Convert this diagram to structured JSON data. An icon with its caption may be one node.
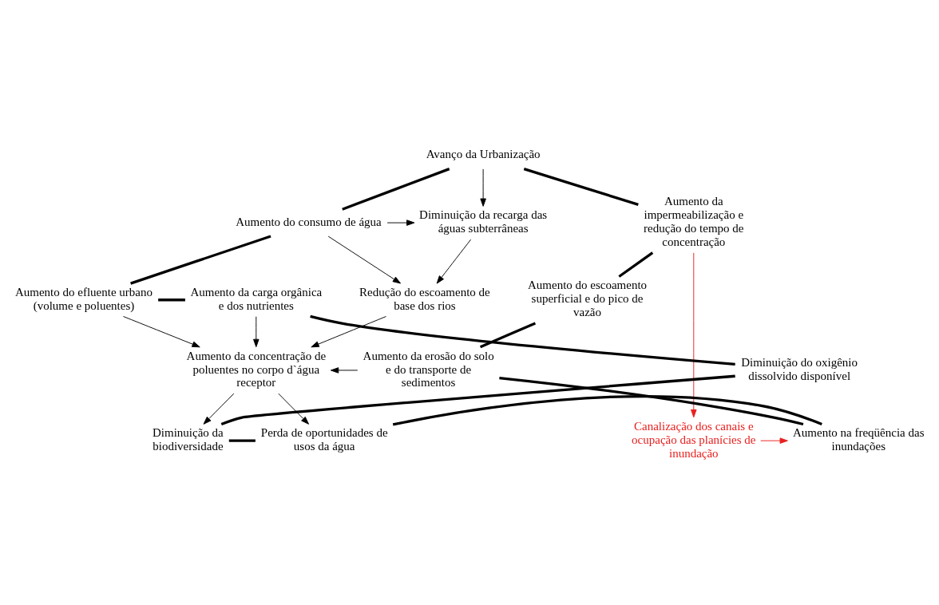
{
  "diagram": {
    "nodes": [
      {
        "text": [
          "Avanço da Urbanização"
        ]
      },
      {
        "text": [
          "Aumento do consumo de água"
        ]
      },
      {
        "text": [
          "Diminuição da recarga das águas subterrâneas"
        ]
      },
      {
        "text": [
          "Aumento da impermeabilização e redução do tempo de concentração"
        ]
      },
      {
        "text": [
          "Aumento do efluente urbano (volume e poluentes)"
        ]
      },
      {
        "text": [
          "Redução do escoamento de base dos rios"
        ]
      },
      {
        "text": [
          "Aumento do escoamento superficial e do pico de vazão"
        ]
      },
      {
        "text": [
          "Aumento da carga orgânica e dos nutrientes"
        ]
      },
      {
        "text": [
          "Diminuição do oxigênio dissolvido disponível"
        ]
      },
      {
        "text": [
          "Aumento da erosão do solo e do transporte de sedimentos"
        ]
      },
      {
        "text": [
          "Aumento da concentração de poluentes no corpo d`água receptor"
        ]
      },
      {
        "text": [
          "Diminuição da biodiversidade"
        ]
      },
      {
        "text": [
          "Aumento na freqüência das inundações"
        ]
      },
      {
        "text": [
          "Perda de oportunidades de usos da água"
        ]
      },
      {
        "text": [
          "Canalização dos canais e ocupação das planícies de inundação"
        ]
      }
    ],
    "edges": [
      {
        "from": 0,
        "to": 2,
        "arrow": "to"
      },
      {
        "from": 1,
        "to": 2,
        "arrow": "to"
      },
      {
        "from": 1,
        "to": 5,
        "arrow": "to"
      },
      {
        "from": 2,
        "to": 5,
        "arrow": "to"
      },
      {
        "from": 5,
        "to": 10,
        "arrow": "to"
      },
      {
        "from": 4,
        "to": 10,
        "arrow": "to"
      },
      {
        "from": 7,
        "to": 10,
        "arrow": "to"
      },
      {
        "from": 9,
        "to": 10,
        "arrow": "to"
      },
      {
        "from": 10,
        "to": 11,
        "arrow": "to"
      },
      {
        "from": 10,
        "to": 13,
        "arrow": "to"
      },
      {
        "from": 3,
        "to": 14,
        "arrow": "to",
        "color": "#e8201e"
      },
      {
        "from": 14,
        "to": 12,
        "arrow": "to",
        "color": "#e8201e"
      },
      {
        "from": 0,
        "to": 1,
        "arrow": "none",
        "style": "thick"
      },
      {
        "from": 1,
        "to": 4,
        "arrow": "none",
        "style": "thick"
      },
      {
        "from": 4,
        "to": 7,
        "arrow": "none",
        "style": "thick"
      },
      {
        "from": 7,
        "to": 8,
        "arrow": "none",
        "style": "thick"
      },
      {
        "from": 8,
        "to": 11,
        "arrow": "none",
        "style": "thick"
      },
      {
        "from": 11,
        "to": 13,
        "arrow": "none",
        "style": "thick"
      },
      {
        "from": 13,
        "to": 12,
        "arrow": "none",
        "style": "thick"
      },
      {
        "from": 12,
        "to": 9,
        "arrow": "none",
        "style": "thick"
      },
      {
        "from": 9,
        "to": 6,
        "arrow": "none",
        "style": "thick"
      },
      {
        "from": 6,
        "to": 3,
        "arrow": "none",
        "style": "thick"
      },
      {
        "from": 3,
        "to": 0,
        "arrow": "none",
        "style": "thick"
      }
    ]
  }
}
